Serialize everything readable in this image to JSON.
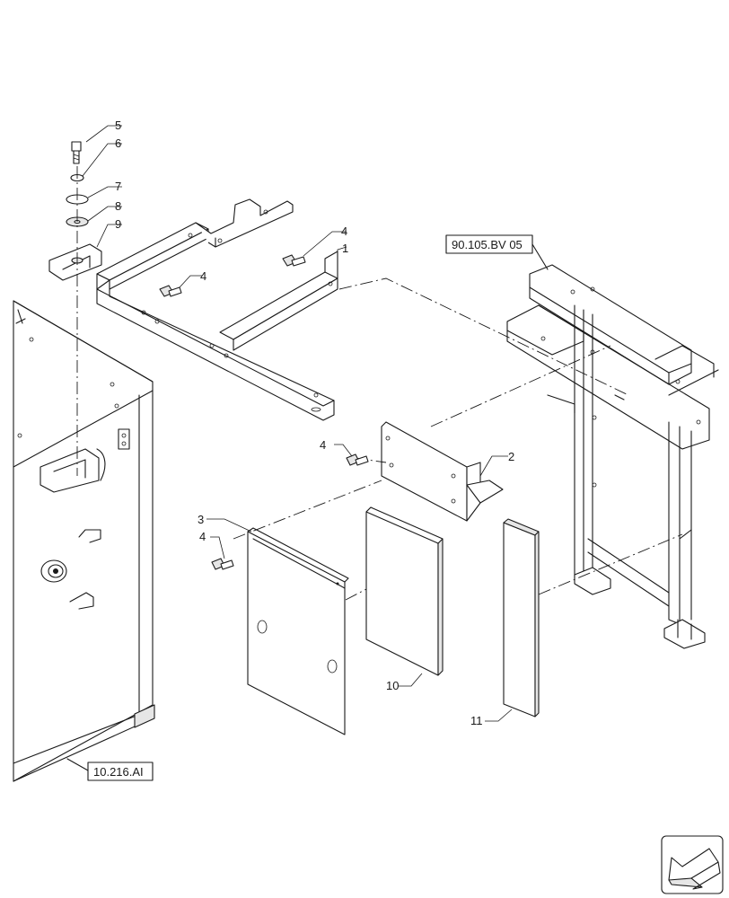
{
  "callouts": {
    "c1": "1",
    "c2": "2",
    "c3": "3",
    "c4a": "4",
    "c4b": "4",
    "c4c": "4",
    "c4d": "4",
    "c5": "5",
    "c6": "6",
    "c7": "7",
    "c8": "8",
    "c9": "9",
    "c10": "10",
    "c11": "11"
  },
  "references": {
    "frame_ref": "90.105.BV 05",
    "tank_ref": "10.216.AI"
  },
  "icons": {
    "navigation": "arrow-icon"
  }
}
